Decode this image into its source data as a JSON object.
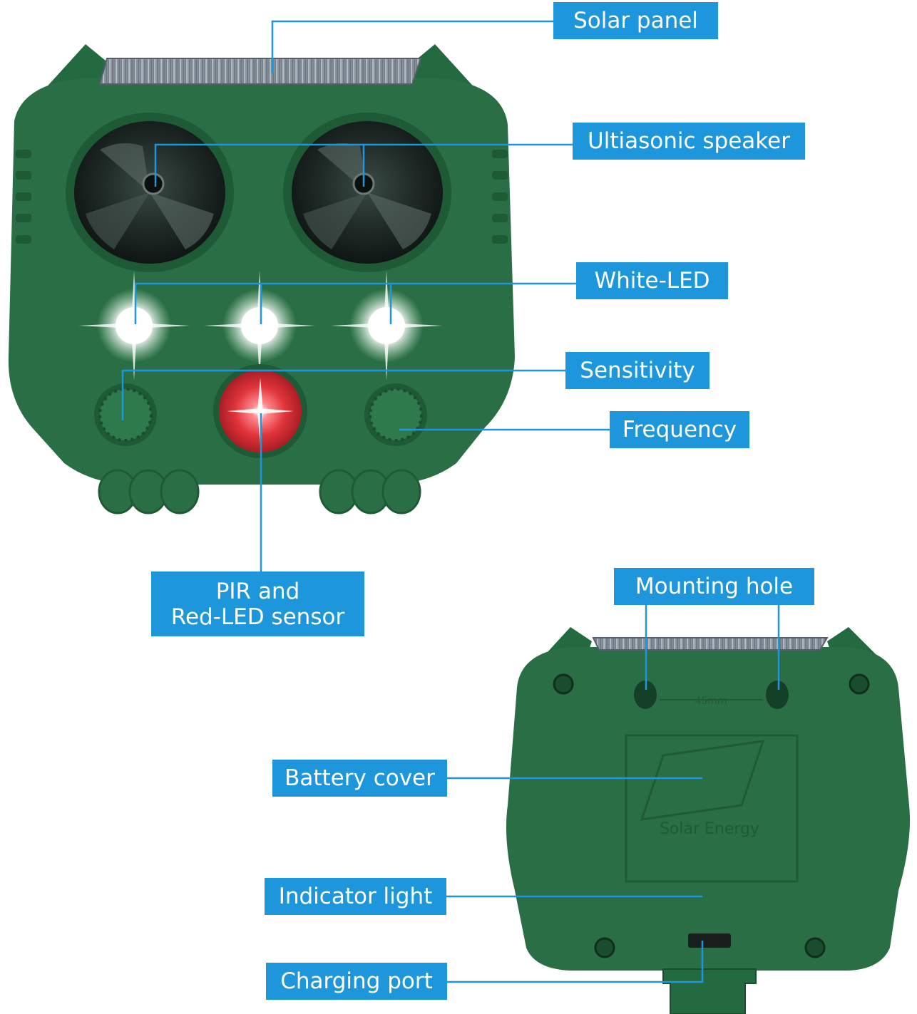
{
  "labels": {
    "solar_panel": "Solar panel",
    "ultrasonic_speaker": "Ultiasonic speaker",
    "white_led": "White-LED",
    "sensitivity": "Sensitivity",
    "frequency": "Frequency",
    "pir_line1": "PIR and",
    "pir_line2": "Red-LED sensor",
    "mounting_hole": "Mounting hole",
    "battery_cover": "Battery cover",
    "indicator_light": "Indicator light",
    "charging_port": "Charging port"
  },
  "device_markings": {
    "spacing": "45mm",
    "panel_text": "Solar Energy"
  },
  "colors": {
    "label_bg": "#1e96dc",
    "label_text": "#ffffff",
    "leader_line": "#1e96dc",
    "housing": "#2a6e45",
    "housing_dark": "#1f5a37",
    "pir_lens": "#e0343a",
    "led": "#ffffff"
  }
}
